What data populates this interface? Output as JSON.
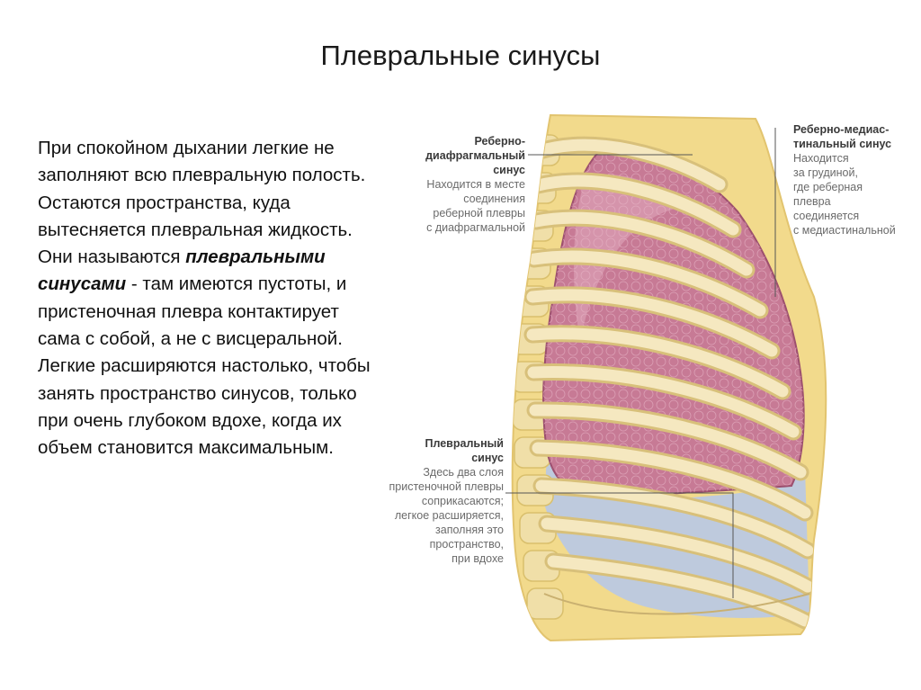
{
  "title": "Плевральные синусы",
  "text": {
    "part1": "При спокойном дыхании легкие не заполняют всю плевральную полость. Остаются пространства, куда вытесняется плевральная жидкость. Они называются ",
    "emphasis": "плевральными синусами",
    "part2": " - там имеются пустоты, и пристеночная плевра контактирует сама с собой, а не с висцеральной. Легкие расширяются настолько, чтобы занять пространство синусов, только при очень глубоком вдохе, когда их объем становится максимальным."
  },
  "labels": {
    "costodiaphragmatic": {
      "heading": [
        "Реберно-",
        "диафрагмальный",
        "синус"
      ],
      "desc": [
        "Находится в месте",
        "соединения",
        "реберной плевры",
        "с диафрагмальной"
      ]
    },
    "costomediastinal": {
      "heading": [
        "Реберно-медиас-",
        "тинальный синус"
      ],
      "desc": [
        "Находится",
        "за грудиной,",
        "где реберная",
        "плевра",
        "соединяется",
        "с медиастинальной"
      ]
    },
    "pleural_sinus": {
      "heading": [
        "Плевральный",
        "синус"
      ],
      "desc": [
        "Здесь два слоя",
        "пристеночной плевры",
        "соприкасаются;",
        "легкое расширяется,",
        "заполняя это",
        "пространство,",
        "при вдохе"
      ]
    }
  },
  "colors": {
    "body_fill": "#f2da8c",
    "lung_fill": "#c77a95",
    "sinus_fill": "#b8c8e6",
    "rib_fill": "#f3e4b6",
    "leader_line": "#555555"
  }
}
